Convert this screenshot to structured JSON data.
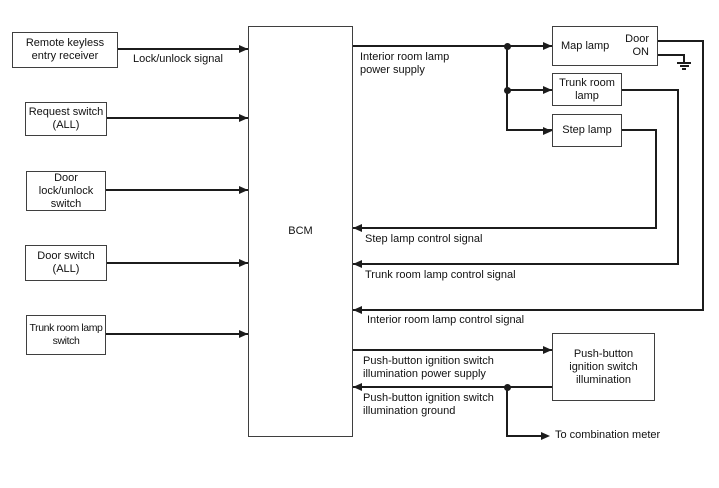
{
  "boxes": {
    "remote_keyless": {
      "line1": "Remote keyless",
      "line2": "entry receiver"
    },
    "request_switch": {
      "line1": "Request switch",
      "line2": "(ALL)"
    },
    "door_lock_unlock_switch": {
      "line1": "Door",
      "line2": "lock/unlock",
      "line3": "switch"
    },
    "door_switch": {
      "line1": "Door switch",
      "line2": "(ALL)"
    },
    "trunk_room_lamp_switch": {
      "line1": "Trunk room lamp",
      "line2": "switch"
    },
    "bcm": {
      "label": "BCM"
    },
    "map_lamp": {
      "label": "Map lamp",
      "door_line1": "Door",
      "door_line2": "ON"
    },
    "trunk_room_lamp": {
      "line1": "Trunk room",
      "line2": "lamp"
    },
    "step_lamp": {
      "label": "Step lamp"
    },
    "push_button_ignition_switch_illumination": {
      "line1": "Push-button",
      "line2": "ignition switch",
      "line3": "illumination"
    }
  },
  "signals": {
    "lock_unlock": "Lock/unlock signal",
    "interior_power_line1": "Interior room lamp",
    "interior_power_line2": "power supply",
    "step_lamp_control": "Step lamp control signal",
    "trunk_room_lamp_control": "Trunk room lamp control signal",
    "interior_room_lamp_control": "Interior room lamp control signal",
    "pb_power_line1": "Push-button ignition switch",
    "pb_power_line2": "illumination power supply",
    "pb_ground_line1": "Push-button ignition switch",
    "pb_ground_line2": "illumination ground",
    "to_combination_meter": "To combination meter"
  },
  "colors": {
    "background": "#ffffff",
    "wire": "#1c1c1c",
    "box_border": "#3f3f3f",
    "text": "#111111"
  }
}
